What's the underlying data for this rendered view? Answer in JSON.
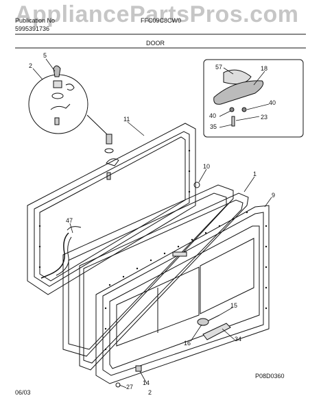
{
  "watermark": "AppliancePartsPros.com",
  "header": {
    "publication_label": "Publication No",
    "publication_number": "5995391736",
    "model": "FFC09C8CW0",
    "section_title": "DOOR"
  },
  "callouts": [
    "5",
    "2",
    "11",
    "10",
    "1",
    "9",
    "47",
    "57",
    "18",
    "40",
    "40",
    "23",
    "35",
    "15",
    "16",
    "34",
    "14",
    "27"
  ],
  "footer": {
    "date": "06/03",
    "page": "2",
    "diagram_code": "P08D0360"
  }
}
